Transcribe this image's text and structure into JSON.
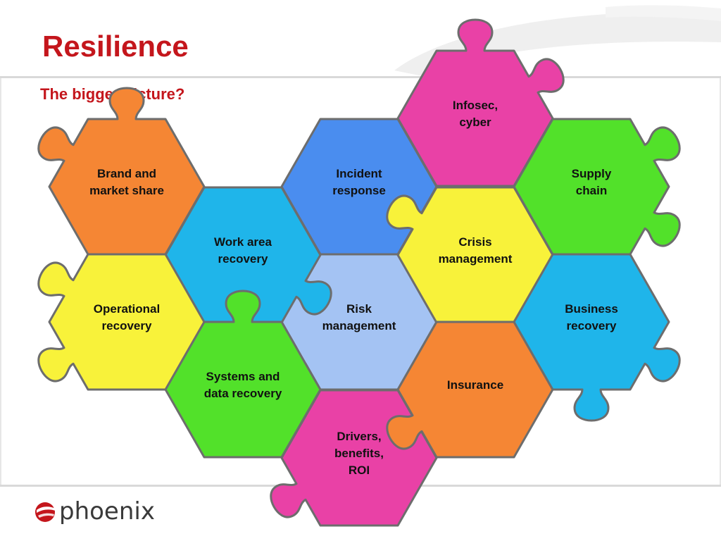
{
  "slide": {
    "title": "Resilience",
    "subtitle": "The bigger picture?"
  },
  "colors": {
    "title_red": "#c4161c",
    "orange": "#f58634",
    "yellow": "#f8f23a",
    "cyan": "#1fb5ea",
    "blue": "#4a8def",
    "magenta": "#e941a6",
    "green": "#52e12a",
    "light_blue": "#a4c3f3",
    "outline": "#6d6d6d"
  },
  "pieces": [
    {
      "id": "brand",
      "label": "Brand and\nmarket share",
      "color": "#f58634"
    },
    {
      "id": "operational",
      "label": "Operational\nrecovery",
      "color": "#f8f23a"
    },
    {
      "id": "work-area",
      "label": "Work area\nrecovery",
      "color": "#1fb5ea"
    },
    {
      "id": "systems",
      "label": "Systems and\ndata recovery",
      "color": "#52e12a"
    },
    {
      "id": "incident",
      "label": "Incident\nresponse",
      "color": "#4a8def"
    },
    {
      "id": "risk",
      "label": "Risk\nmanagement",
      "color": "#a4c3f3"
    },
    {
      "id": "drivers",
      "label": "Drivers,\nbenefits,\nROI",
      "color": "#e941a6"
    },
    {
      "id": "infosec",
      "label": "Infosec,\ncyber",
      "color": "#e941a6"
    },
    {
      "id": "crisis",
      "label": "Crisis\nmanagement",
      "color": "#f8f23a"
    },
    {
      "id": "insurance",
      "label": "Insurance",
      "color": "#f58634"
    },
    {
      "id": "supply",
      "label": "Supply\nchain",
      "color": "#52e12a"
    },
    {
      "id": "business",
      "label": "Business\nrecovery",
      "color": "#1fb5ea"
    }
  ],
  "logo": {
    "text": "phoenix",
    "mark_color": "#c4161c"
  }
}
